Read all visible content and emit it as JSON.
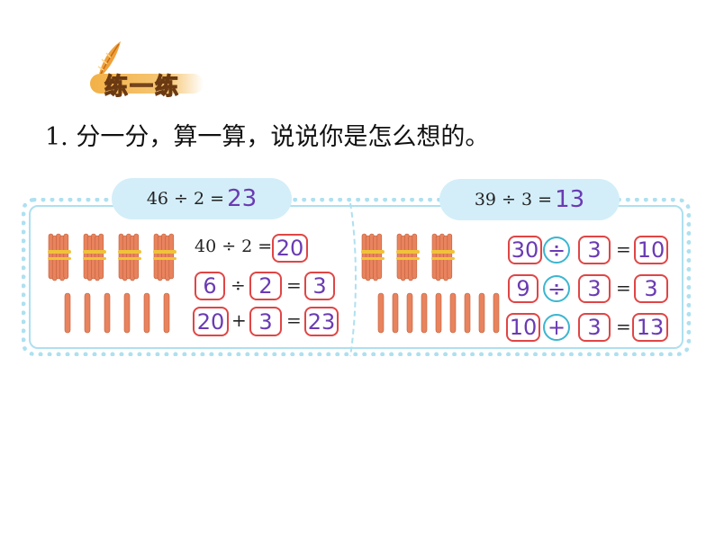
{
  "header": {
    "badge_label": "练一练"
  },
  "question": {
    "text": "1. 分一分，算一算，说说你是怎么想的。"
  },
  "left": {
    "title_expr": "46 ÷ 2 =",
    "title_answer": "23",
    "step1_expr": "40 ÷ 2 =",
    "step1_answer": "20",
    "step2": {
      "a": "6",
      "op": "÷",
      "b": "2",
      "eq": "=",
      "result": "3"
    },
    "step3": {
      "a": "20",
      "op": "+",
      "b": "3",
      "eq": "=",
      "result": "23"
    },
    "bundles": 4,
    "sticks": 6
  },
  "right": {
    "title_expr": "39 ÷ 3 =",
    "title_answer": "13",
    "step1": {
      "a": "30",
      "op": "÷",
      "b": "3",
      "eq": "=",
      "result": "10"
    },
    "step2": {
      "a": "9",
      "op": "÷",
      "b": "3",
      "eq": "=",
      "result": "3"
    },
    "step3": {
      "a": "10",
      "op": "+",
      "b": "3",
      "eq": "=",
      "result": "13"
    },
    "bundles": 3,
    "sticks": 9
  },
  "colors": {
    "answer": "#6a3bb3",
    "box_border": "#e04545",
    "circle_border": "#3bb6d0",
    "panel_border": "#aee0f0",
    "pill_bg": "#d3eef8",
    "stick": "#e8835e",
    "bundle_tie": "#f0c23a"
  }
}
